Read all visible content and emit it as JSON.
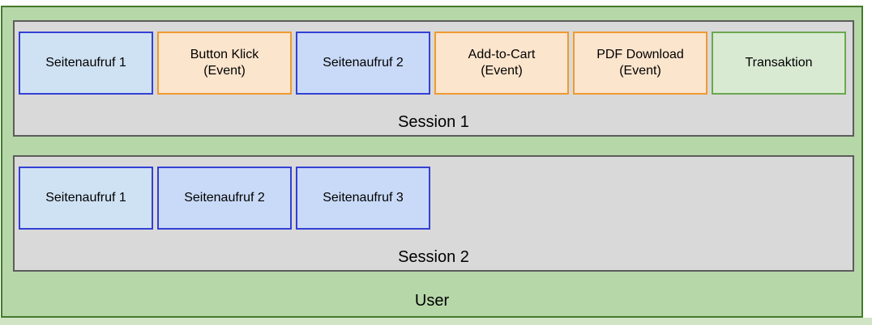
{
  "colors": {
    "outer-border": "#447a2c",
    "outer-fill": "#b6d7a8",
    "session-border": "#5c5c5c",
    "session-fill": "#d9d9d9",
    "blue-border": "#3340d4",
    "pv1-fill": "#cfe2f3",
    "pv2-fill": "#c9daf8",
    "event-border": "#ef9a32",
    "event-fill": "#fce5cd",
    "transaction-border": "#6aa84f",
    "transaction-fill": "#d9ead3",
    "bottom-strip": "#d2e4c6",
    "text": "#000000"
  },
  "user_label": "User",
  "sessions": [
    {
      "label": "Session 1",
      "items": [
        {
          "label": "Seitenaufruf 1"
        },
        {
          "label_line1": "Button Klick",
          "label_line2": "(Event)"
        },
        {
          "label": "Seitenaufruf 2"
        },
        {
          "label_line1": "Add-to-Cart",
          "label_line2": "(Event)"
        },
        {
          "label_line1": "PDF Download",
          "label_line2": "(Event)"
        },
        {
          "label": "Transaktion"
        }
      ]
    },
    {
      "label": "Session 2",
      "items": [
        {
          "label": "Seitenaufruf 1"
        },
        {
          "label": "Seitenaufruf 2"
        },
        {
          "label": "Seitenaufruf 3"
        }
      ]
    }
  ]
}
